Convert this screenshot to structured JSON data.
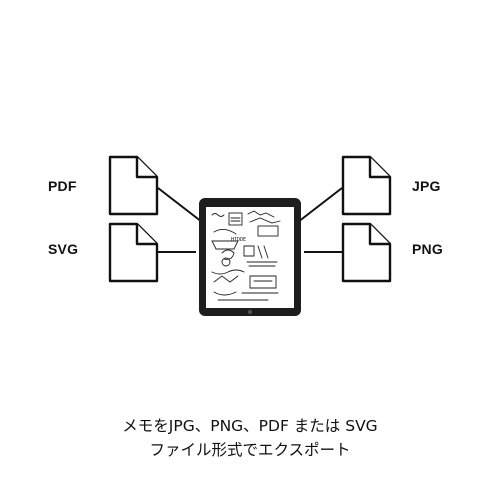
{
  "diagram": {
    "formats": {
      "pdf": "PDF",
      "svg": "SVG",
      "jpg": "JPG",
      "png": "PNG"
    },
    "device": {
      "screen_text": "HIDDE"
    }
  },
  "caption": {
    "line1": "メモをJPG、PNG、PDF または SVG",
    "line2": "ファイル形式でエクスポート"
  },
  "colors": {
    "ink": "#111111",
    "background": "#ffffff"
  }
}
